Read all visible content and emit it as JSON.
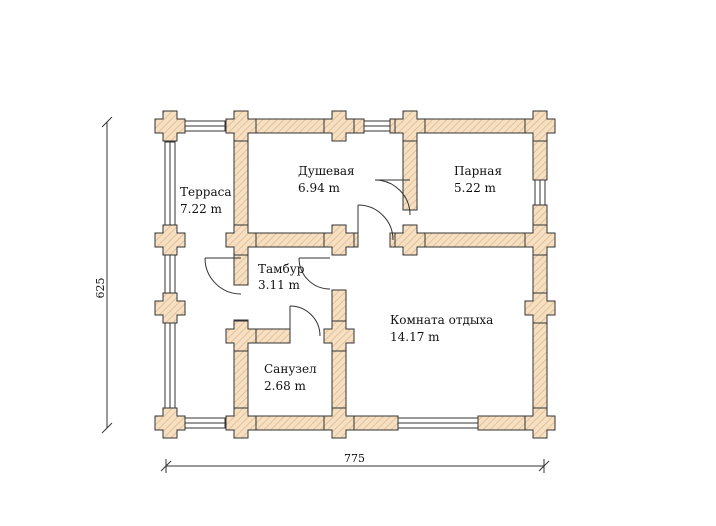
{
  "plan": {
    "colors": {
      "log_fill": "#f6e0c4",
      "log_hatch": "#e1b98a",
      "line": "#333333",
      "window_fill": "#ffffff"
    },
    "rooms": [
      {
        "id": "terrace",
        "name": "Терраса",
        "area": "7.22 m"
      },
      {
        "id": "shower",
        "name": "Душевая",
        "area": "6.94 m"
      },
      {
        "id": "steam",
        "name": "Парная",
        "area": "5.22 m"
      },
      {
        "id": "vestibule",
        "name": "Тамбур",
        "area": "3.11 m"
      },
      {
        "id": "lounge",
        "name": "Комната отдыха",
        "area": "14.17 m"
      },
      {
        "id": "bathroom",
        "name": "Санузел",
        "area": "2.68 m"
      }
    ],
    "dimensions": {
      "width": "775",
      "depth": "625"
    }
  }
}
